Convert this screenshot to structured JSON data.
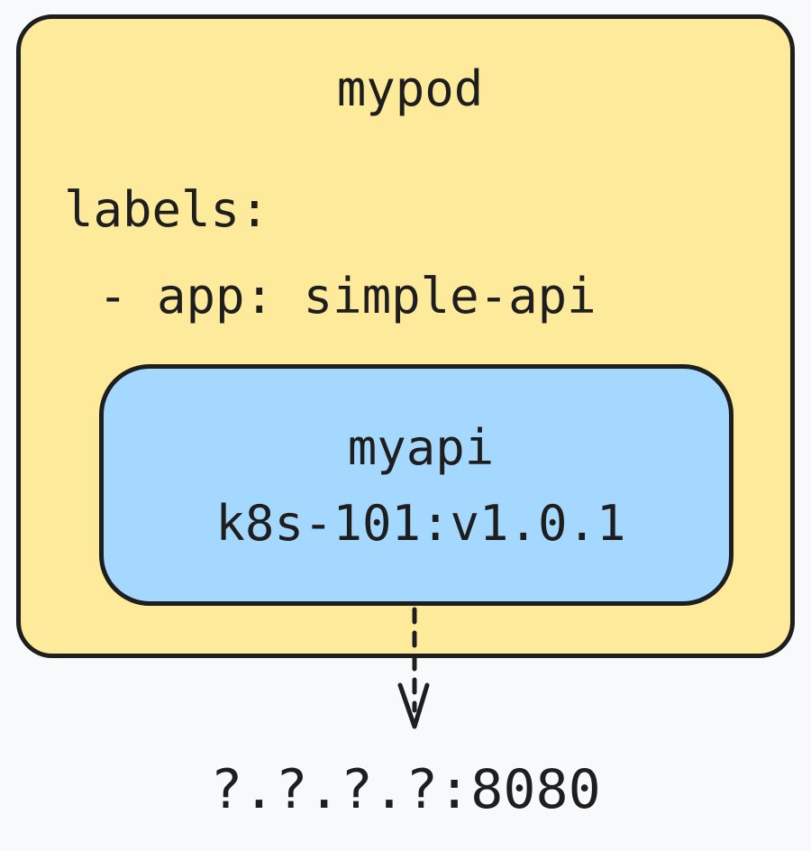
{
  "pod": {
    "title": "mypod",
    "labels_heading": "labels:",
    "label_entry": "- app: simple-api",
    "fill_color": "#fdea9a"
  },
  "container": {
    "name": "myapi",
    "image": "k8s-101:v1.0.1",
    "fill_color": "#a5d8ff"
  },
  "endpoint": {
    "address": "?.?.?.?:8080"
  },
  "connector": {
    "style": "dashed-arrow",
    "direction": "down"
  }
}
